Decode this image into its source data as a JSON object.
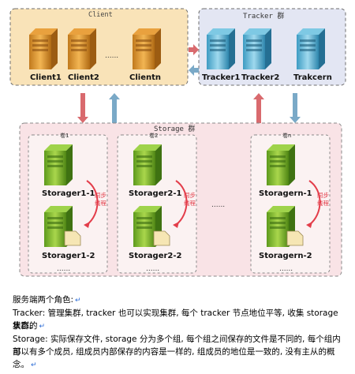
{
  "client_group": {
    "title": "Client",
    "nodes": [
      "Client1",
      "Client2",
      "Clientn"
    ],
    "dots": "......"
  },
  "tracker_group": {
    "title": "Tracker 群",
    "nodes": [
      "Tracker1",
      "Tracker2",
      "Trakcern"
    ]
  },
  "storage_group": {
    "title": "Storage 群",
    "volumes": [
      {
        "title": "卷1",
        "node1": "Storager1-1",
        "node2": "Storager1-2",
        "sync": "同步线程",
        "dots": "......"
      },
      {
        "title": "卷2",
        "node1": "Storager2-1",
        "node2": "Storager2-2",
        "sync": "同步线程",
        "dots": "......"
      },
      {
        "title": "卷n",
        "node1": "Storagern-1",
        "node2": "Storagern-2",
        "sync": "同步线程",
        "dots": "......"
      }
    ],
    "between_dots": "......"
  },
  "colors": {
    "client_bg": "#f9e3b8",
    "tracker_bg": "#e3e6f3",
    "storage_bg": "#f9e3e6",
    "volume_bg": "#fbf2f2",
    "arrow_red": "#d96a6e",
    "arrow_blue": "#7aa9c7",
    "sync_red": "#e33d4a"
  },
  "text": {
    "line1": "服务端两个角色:",
    "line2": "Tracker: 管理集群, tracker 也可以实现集群, 每个 tracker 节点地位平等, 收集 storage 集群的",
    "line3": "状态。",
    "line4": "Storage: 实际保存文件, storage 分为多个组, 每个组之间保存的文件是不同的, 每个组内部",
    "line5": "可以有多个成员, 组成员内部保存的内容是一样的, 组成员的地位是一致的, 没有主从的概",
    "line6": "念。",
    "return_mark": "↵"
  }
}
